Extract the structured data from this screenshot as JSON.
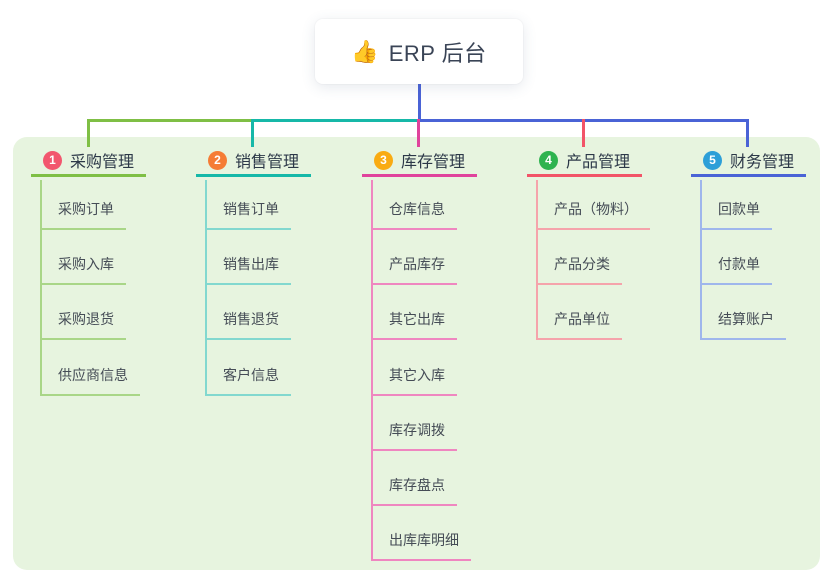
{
  "panel_color": "#e7f4df",
  "root": {
    "icon": "👍",
    "title": "ERP 后台",
    "connector_color": "#4a63d6"
  },
  "branches": [
    {
      "num": "1",
      "label": "采购管理",
      "badge_color": "#f2566e",
      "line_color": "#7fbf45",
      "child_line_color": "#a9d687",
      "children": [
        "采购订单",
        "采购入库",
        "采购退货",
        "供应商信息"
      ]
    },
    {
      "num": "2",
      "label": "销售管理",
      "badge_color": "#f57c35",
      "line_color": "#16b8a8",
      "child_line_color": "#82d8cf",
      "children": [
        "销售订单",
        "销售出库",
        "销售退货",
        "客户信息"
      ]
    },
    {
      "num": "3",
      "label": "库存管理",
      "badge_color": "#f9ab12",
      "line_color": "#e0439c",
      "child_line_color": "#ef86c0",
      "children": [
        "仓库信息",
        "产品库存",
        "其它出库",
        "其它入库",
        "库存调拨",
        "库存盘点",
        "出库库明细"
      ]
    },
    {
      "num": "4",
      "label": "产品管理",
      "badge_color": "#2eb34f",
      "line_color": "#f25468",
      "child_line_color": "#f5a3ab",
      "children": [
        "产品（物料）",
        "产品分类",
        "产品单位"
      ]
    },
    {
      "num": "5",
      "label": "财务管理",
      "badge_color": "#2d9fd8",
      "line_color": "#4a63d6",
      "child_line_color": "#9fb6ec",
      "children": [
        "回款单",
        "付款单",
        "结算账户"
      ]
    }
  ]
}
